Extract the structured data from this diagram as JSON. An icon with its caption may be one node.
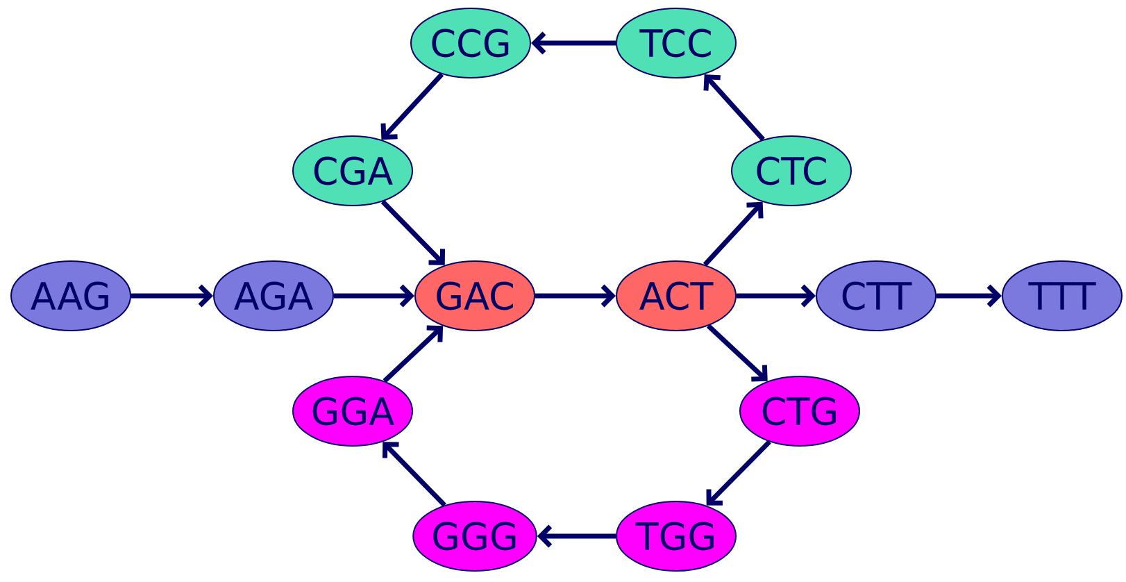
{
  "diagram": {
    "nodes": [
      {
        "text": [
          "CCG"
        ]
      },
      {
        "text": [
          "TCC"
        ]
      },
      {
        "text": [
          "CGA"
        ]
      },
      {
        "text": [
          "CTC"
        ]
      },
      {
        "text": [
          "AAG"
        ]
      },
      {
        "text": [
          "AGA"
        ]
      },
      {
        "text": [
          "GAC"
        ]
      },
      {
        "text": [
          "ACT"
        ]
      },
      {
        "text": [
          "CTT"
        ]
      },
      {
        "text": [
          "TTT"
        ]
      },
      {
        "text": [
          "GGA"
        ]
      },
      {
        "text": [
          "CTG"
        ]
      },
      {
        "text": [
          "GGG"
        ]
      },
      {
        "text": [
          "TGG"
        ]
      }
    ],
    "edges": [
      {
        "from": 1,
        "to": 0,
        "arrow": "to"
      },
      {
        "from": 0,
        "to": 2,
        "arrow": "to"
      },
      {
        "from": 2,
        "to": 6,
        "arrow": "to"
      },
      {
        "from": 3,
        "to": 1,
        "arrow": "to"
      },
      {
        "from": 7,
        "to": 3,
        "arrow": "to"
      },
      {
        "from": 4,
        "to": 5,
        "arrow": "to"
      },
      {
        "from": 5,
        "to": 6,
        "arrow": "to"
      },
      {
        "from": 6,
        "to": 7,
        "arrow": "to"
      },
      {
        "from": 7,
        "to": 8,
        "arrow": "to"
      },
      {
        "from": 8,
        "to": 9,
        "arrow": "to"
      },
      {
        "from": 10,
        "to": 6,
        "arrow": "to"
      },
      {
        "from": 7,
        "to": 11,
        "arrow": "to"
      },
      {
        "from": 11,
        "to": 13,
        "arrow": "to"
      },
      {
        "from": 13,
        "to": 12,
        "arrow": "to"
      },
      {
        "from": 12,
        "to": 10,
        "arrow": "to"
      }
    ]
  }
}
